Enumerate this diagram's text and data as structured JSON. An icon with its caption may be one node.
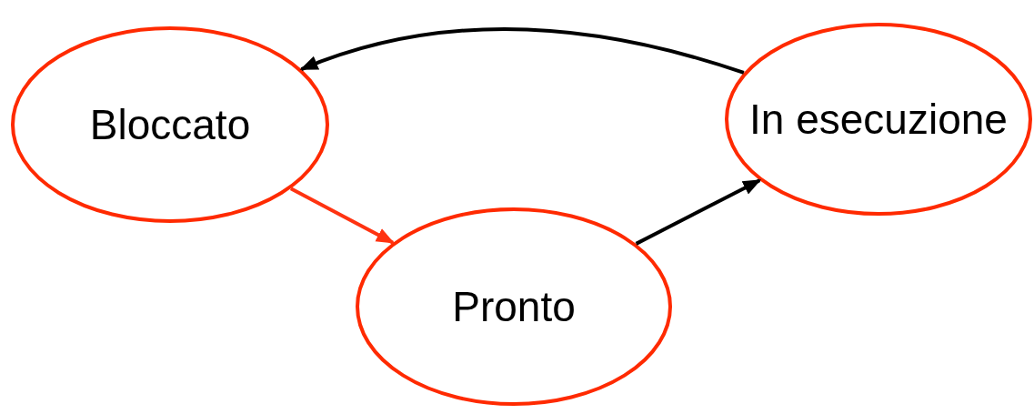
{
  "diagram": {
    "nodes": [
      {
        "text": [
          "Bloccato"
        ]
      },
      {
        "text": [
          "In esecuzione"
        ]
      },
      {
        "text": [
          "Pronto"
        ]
      }
    ],
    "edges": [
      {
        "from": 1,
        "to": 0,
        "arrow": "to"
      },
      {
        "from": 0,
        "to": 2,
        "arrow": "to",
        "color": "#ff3311"
      },
      {
        "from": 2,
        "to": 1,
        "arrow": "to"
      }
    ]
  }
}
